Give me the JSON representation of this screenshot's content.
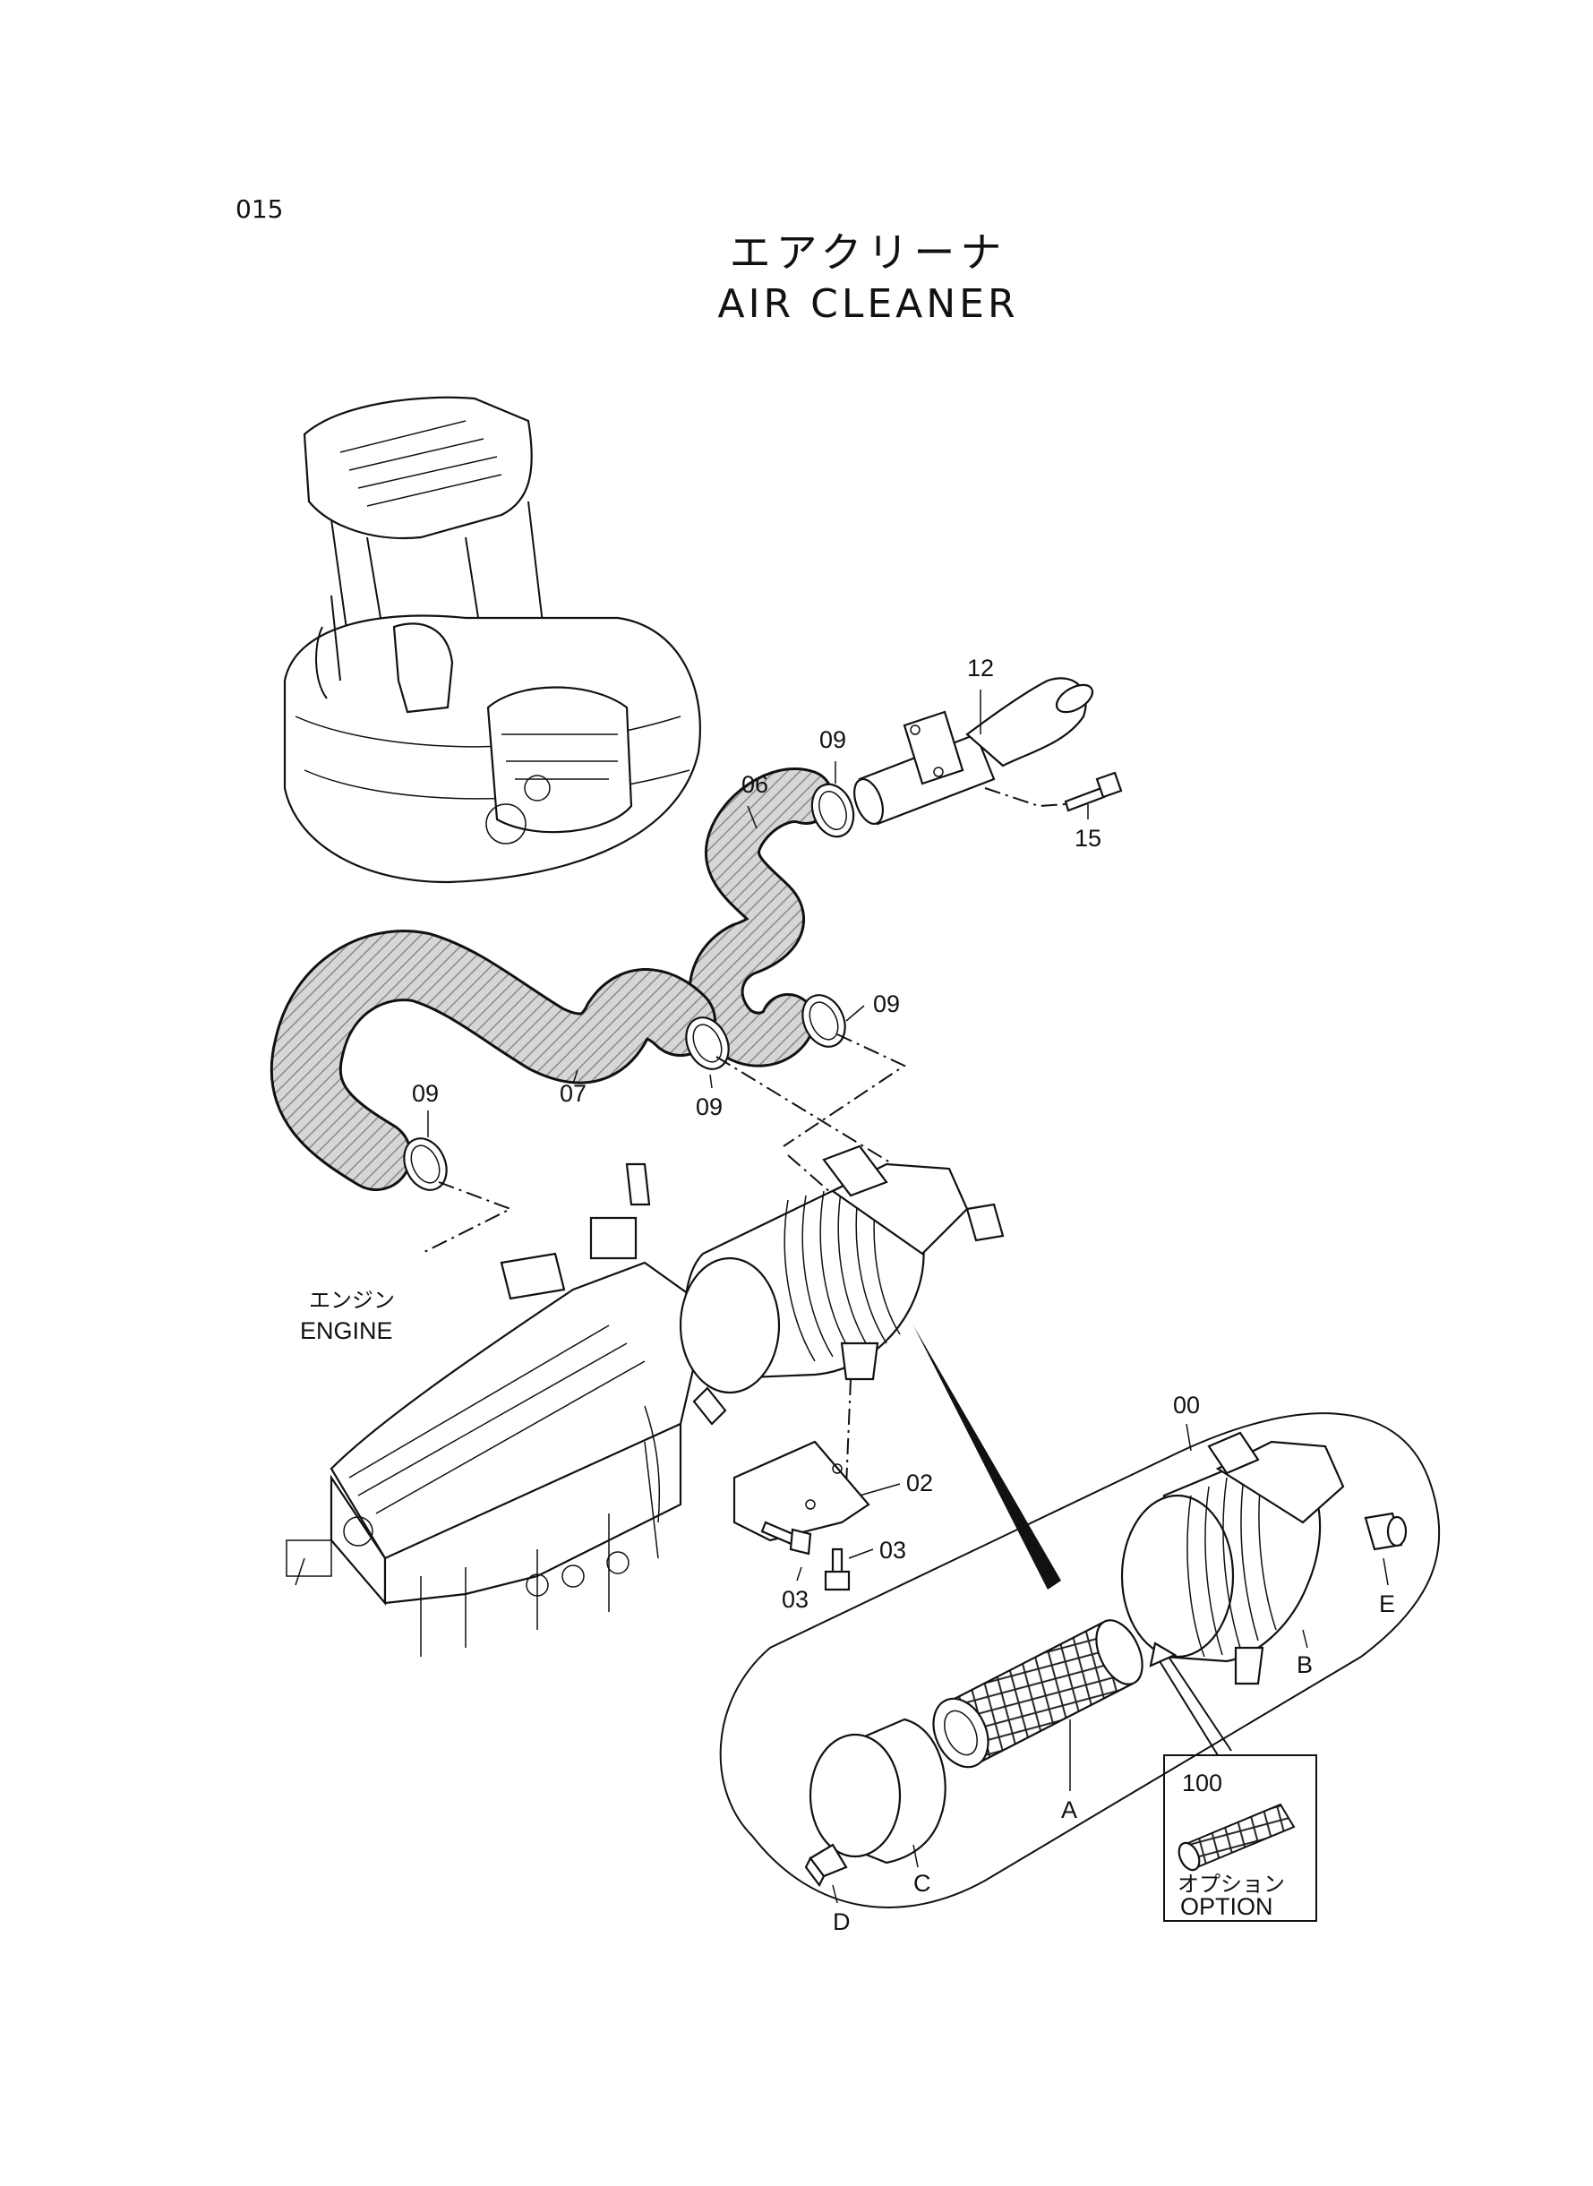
{
  "page": {
    "number": "015",
    "title_jp": "エアクリーナ",
    "title_en": "AIR  CLEANER"
  },
  "labels": {
    "part_12": "12",
    "part_09_top": "09",
    "part_06": "06",
    "part_15": "15",
    "part_09_mid": "09",
    "part_09_left": "09",
    "part_07": "07",
    "part_09_center": "09",
    "part_00": "00",
    "part_02": "02",
    "part_03_right": "03",
    "part_03_left": "03",
    "part_E": "E",
    "part_B": "B",
    "part_A": "A",
    "part_C": "C",
    "part_D": "D",
    "part_100": "100",
    "option_jp": "オプション",
    "option_en": "OPTION",
    "engine_jp": "エンジン",
    "engine_en": "ENGINE"
  },
  "icons": [
    "machine-overview-icon",
    "engine-icon",
    "hose-icon",
    "clamp-icon",
    "bolt-icon",
    "air-cleaner-icon",
    "filter-element-icon",
    "bracket-icon"
  ],
  "colors": {
    "line": "#111111",
    "background": "#ffffff",
    "hose_fill": "#bdbdbd"
  }
}
